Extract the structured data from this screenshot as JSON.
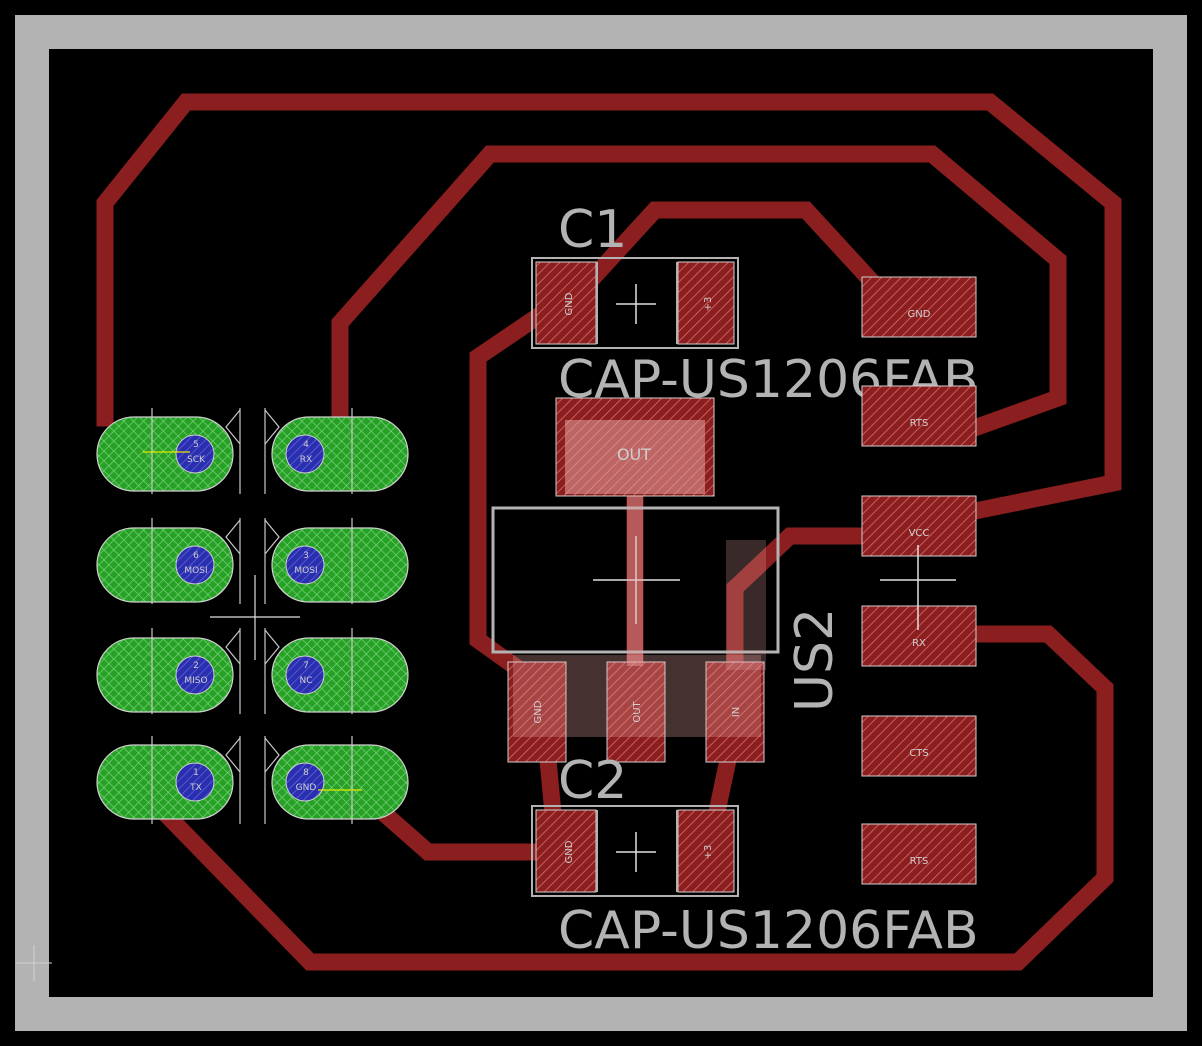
{
  "labels": {
    "c1": "C1",
    "c1_value": "CAP-US1206FAB",
    "c2": "C2",
    "c2_value": "CAP-US1206FAB",
    "us2": "US2"
  },
  "pads": {
    "c1_left": "GND",
    "c1_right": "+3",
    "c2_left": "GND",
    "c2_right": "+3",
    "reg_tab": "OUT",
    "reg_pin1": "GND",
    "reg_pin2": "OUT",
    "reg_pin3": "IN",
    "ftdi_1": "GND",
    "ftdi_2": "RTS",
    "ftdi_3": "VCC",
    "ftdi_4": "RX",
    "ftdi_5": "CTS",
    "ftdi_6": "RTS"
  },
  "header_pins": [
    {
      "top": "5",
      "bottom": "SCK"
    },
    {
      "top": "4",
      "bottom": "RX"
    },
    {
      "top": "6",
      "bottom": "MOSI"
    },
    {
      "top": "3",
      "bottom": "MOSI"
    },
    {
      "top": "2",
      "bottom": "MISO"
    },
    {
      "top": "7",
      "bottom": "NC"
    },
    {
      "top": "1",
      "bottom": "TX"
    },
    {
      "top": "8",
      "bottom": "GND"
    }
  ],
  "colors": {
    "board_outline": "#b3b3b3",
    "trace": "#8b1e1e",
    "smd_pad": "#8b1e1e",
    "through_hole_pad": "#26a126",
    "drill": "#2a2fb0",
    "silkscreen": "#b3b3b3"
  }
}
